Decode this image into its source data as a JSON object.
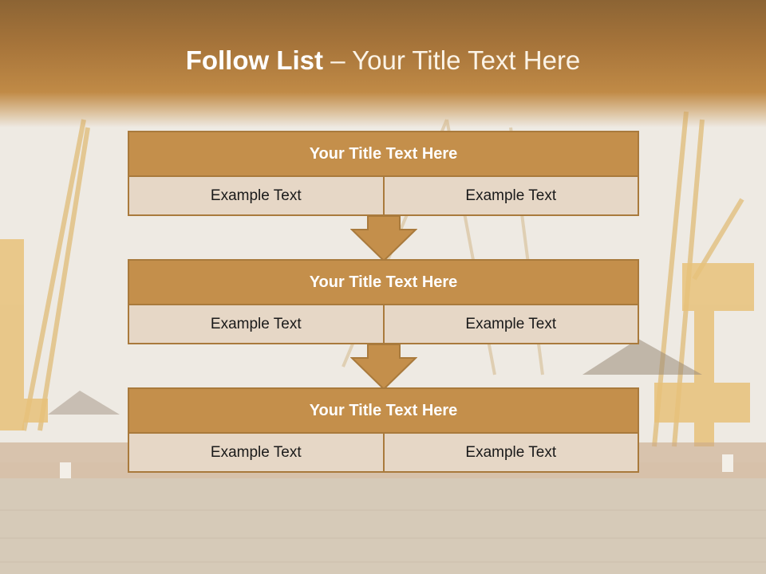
{
  "slide": {
    "title_bold": "Follow List",
    "title_rest": " – Your Title Text Here"
  },
  "blocks": [
    {
      "title": "Your Title Text Here",
      "left": "Example Text",
      "right": "Example Text"
    },
    {
      "title": "Your Title Text Here",
      "left": "Example Text",
      "right": "Example Text"
    },
    {
      "title": "Your Title Text Here",
      "left": "Example Text",
      "right": "Example Text"
    }
  ],
  "colors": {
    "header": "#a6743a",
    "block_title": "#c48f4b",
    "block_cell": "#e6d7c6",
    "border": "#a97a3c"
  },
  "background": {
    "image": "harbor-cranes-photo"
  }
}
